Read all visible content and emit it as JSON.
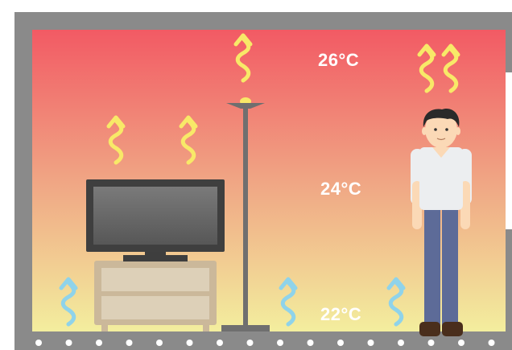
{
  "labels": {
    "top": "26°C",
    "middle": "24°C",
    "bottom": "22°C"
  },
  "colors": {
    "wall": "#8a8a8a",
    "gradient_top": "#f25a64",
    "gradient_mid": "#f0a584",
    "gradient_bottom": "#f3ee9e",
    "warm_arrow": "#f8e968",
    "cool_arrow": "#8fd3ea",
    "tv_frame": "#4d4d4d",
    "tv_screen": "#6b6b6b",
    "cabinet": "#cbb89a",
    "lamp": "#6f6f6f",
    "person_shirt": "#eceef0",
    "person_pants": "#5d6b98",
    "person_skin": "#fbd9b6"
  },
  "icons": {
    "warm_arrow": "wavy-up-arrow-icon",
    "cool_arrow": "wavy-up-arrow-icon"
  }
}
